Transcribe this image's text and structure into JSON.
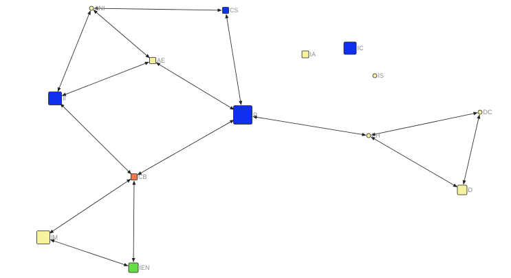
{
  "colors": {
    "blue": "#1030f0",
    "yellow": "#f6f2a0",
    "orange": "#f0784a",
    "green": "#66dd44",
    "edge": "#333333"
  },
  "nodes": [
    {
      "id": "ANI",
      "label": "ANI",
      "shape": "circle",
      "color": "yellow"
    },
    {
      "id": "CS",
      "label": "CS",
      "shape": "square",
      "color": "blue"
    },
    {
      "id": "AE",
      "label": "AE",
      "shape": "square",
      "color": "yellow"
    },
    {
      "id": "II",
      "label": "II",
      "shape": "square",
      "color": "blue"
    },
    {
      "id": "P",
      "label": "P",
      "shape": "square",
      "color": "blue"
    },
    {
      "id": "IA",
      "label": "IA",
      "shape": "square",
      "color": "yellow"
    },
    {
      "id": "IC",
      "label": "IC",
      "shape": "square",
      "color": "blue"
    },
    {
      "id": "IS",
      "label": "IS",
      "shape": "circle",
      "color": "yellow"
    },
    {
      "id": "FH",
      "label": "FH",
      "shape": "circle",
      "color": "yellow"
    },
    {
      "id": "DC",
      "label": "DC",
      "shape": "circle",
      "color": "yellow"
    },
    {
      "id": "D",
      "label": "D",
      "shape": "square",
      "color": "yellow"
    },
    {
      "id": "CB",
      "label": "CB",
      "shape": "square",
      "color": "orange"
    },
    {
      "id": "IM",
      "label": "IM",
      "shape": "square",
      "color": "yellow"
    },
    {
      "id": "IEN",
      "label": "IEN",
      "shape": "square",
      "color": "green"
    }
  ],
  "edges": [
    {
      "from": "ANI",
      "to": "CS"
    },
    {
      "from": "ANI",
      "to": "II"
    },
    {
      "from": "ANI",
      "to": "AE"
    },
    {
      "from": "II",
      "to": "AE"
    },
    {
      "from": "II",
      "to": "CB"
    },
    {
      "from": "CS",
      "to": "P"
    },
    {
      "from": "AE",
      "to": "P"
    },
    {
      "from": "CB",
      "to": "P"
    },
    {
      "from": "P",
      "to": "FH"
    },
    {
      "from": "FH",
      "to": "DC"
    },
    {
      "from": "FH",
      "to": "D"
    },
    {
      "from": "DC",
      "to": "D"
    },
    {
      "from": "CB",
      "to": "IM"
    },
    {
      "from": "CB",
      "to": "IEN"
    },
    {
      "from": "IM",
      "to": "IEN"
    }
  ]
}
